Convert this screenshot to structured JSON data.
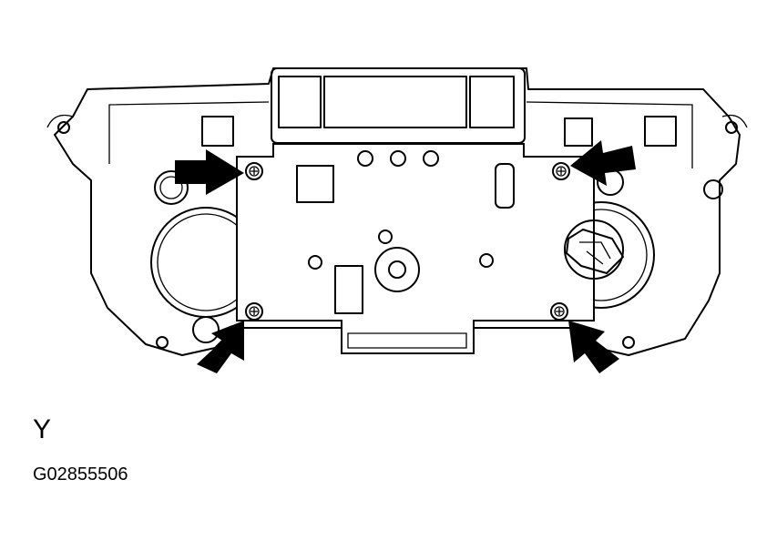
{
  "diagram": {
    "view_label": "Y",
    "figure_id": "G02855506",
    "line_color": "#000000",
    "background_color": "#ffffff",
    "callouts": [
      {
        "name": "arrow-upper-left",
        "points_to": "screw-upper-left"
      },
      {
        "name": "arrow-upper-right",
        "points_to": "screw-upper-right"
      },
      {
        "name": "arrow-lower-left",
        "points_to": "screw-lower-left"
      },
      {
        "name": "arrow-lower-right",
        "points_to": "screw-lower-right"
      }
    ]
  }
}
